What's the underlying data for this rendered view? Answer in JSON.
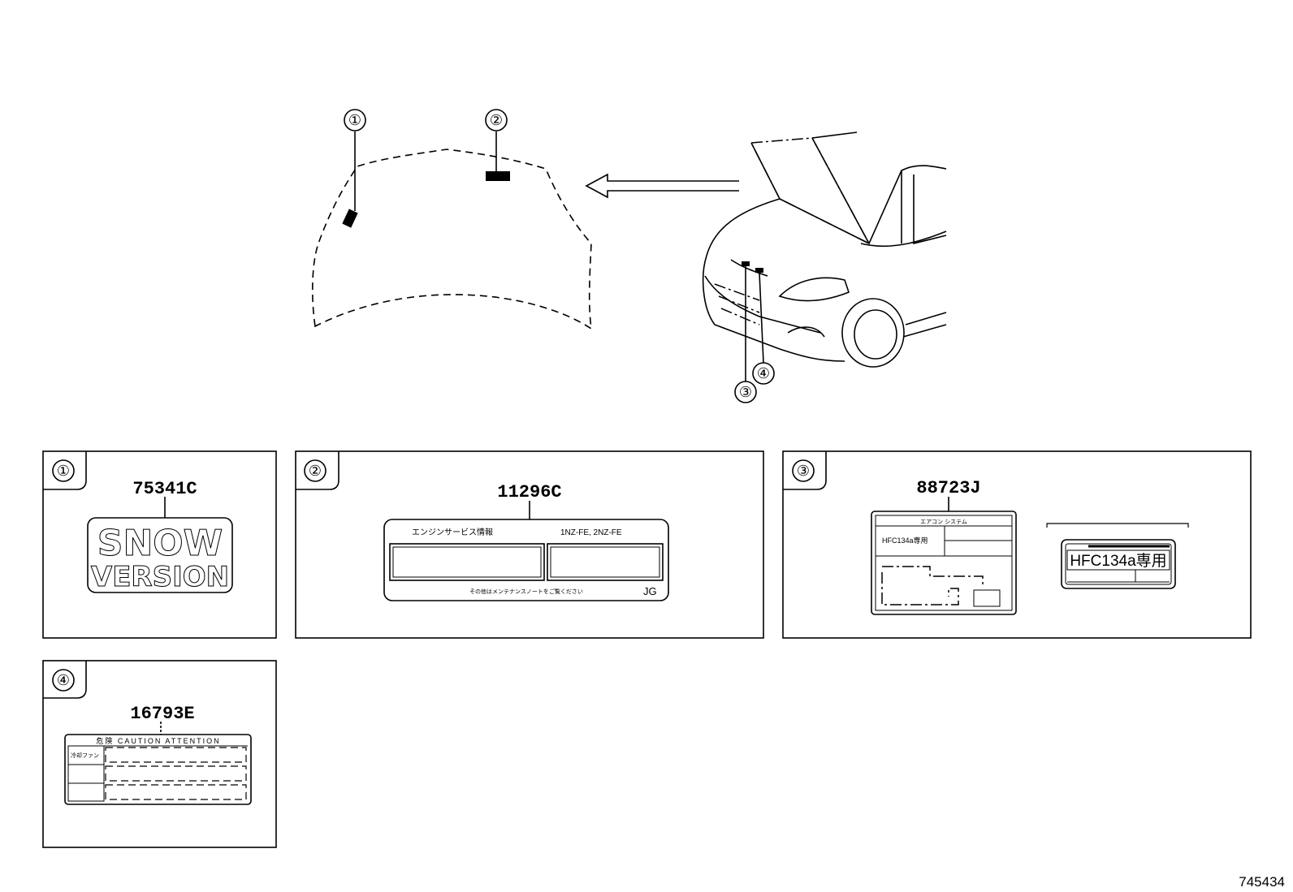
{
  "callouts": [
    "①",
    "②",
    "③",
    "④"
  ],
  "panels": [
    {
      "index": "①",
      "part_number": "75341C",
      "label_text": [
        "SNOW",
        "VERSION"
      ]
    },
    {
      "index": "②",
      "part_number": "11296C",
      "label_text": {
        "header_left": "エンジンサービス情報",
        "header_right": "1NZ-FE, 2NZ-FE",
        "footer": "その他はメンテナンスノートをご覧ください",
        "code": "JG"
      }
    },
    {
      "index": "③",
      "part_number": "88723J",
      "label_text": {
        "title": "エアコン システム",
        "refrigerant": "HFC134a専用",
        "detail": "HFC134a専用"
      }
    },
    {
      "index": "④",
      "part_number": "16793E",
      "label_text": {
        "header": "危険 CAUTION ATTENTION",
        "row1": "冷却ファン"
      }
    }
  ],
  "figure_id": "745434"
}
